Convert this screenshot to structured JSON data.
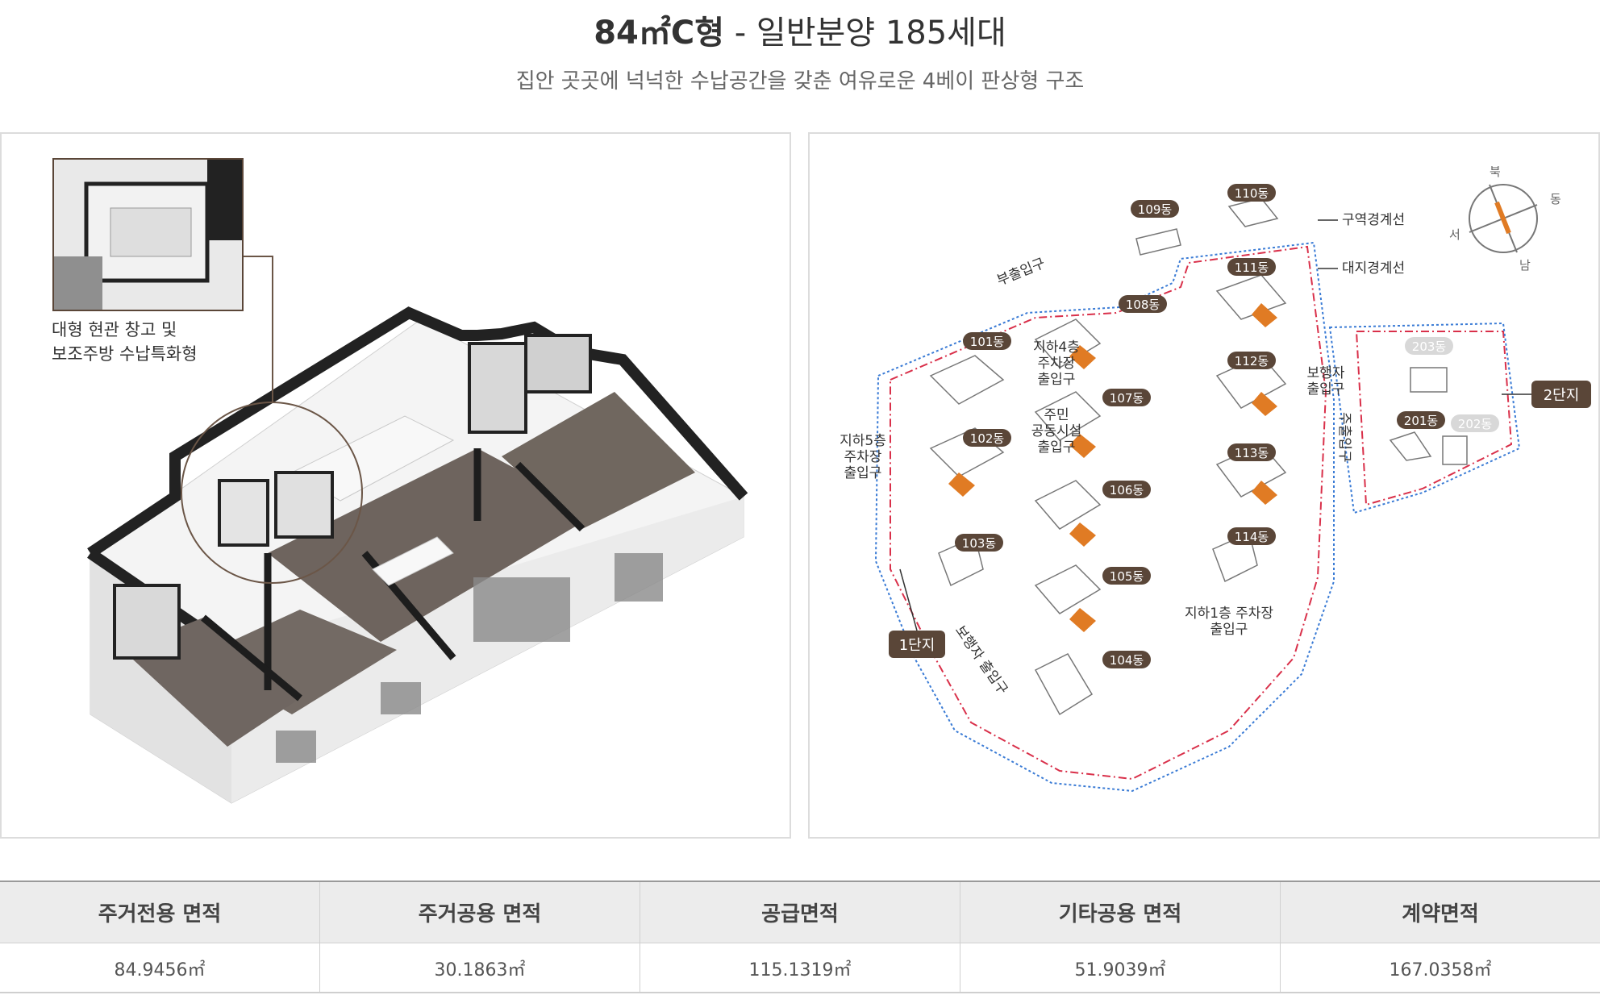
{
  "header": {
    "unit_type": "84㎡C형",
    "separator": "-",
    "supply_info": "일반분양 185세대",
    "subtitle": "집안 곳곳에 넉넉한 수납공간을 갖춘 여유로운 4베이 판상형 구조"
  },
  "floorplan": {
    "callout_line1": "대형 현관 창고 및",
    "callout_line2": "보조주방 수납특화형"
  },
  "siteplan": {
    "buildings": [
      "109동",
      "110동",
      "111동",
      "108동",
      "101동",
      "107동",
      "112동",
      "102동",
      "113동",
      "106동",
      "103동",
      "114동",
      "105동",
      "104동",
      "203동",
      "201동",
      "202동"
    ],
    "labels": {
      "b1_entrance_top": "부출입구",
      "district_boundary": "구역경계선",
      "site_boundary": "대지경계선",
      "b4_parking_1": "지하4층",
      "b4_parking_2": "주차장",
      "b4_parking_3": "출입구",
      "community_1": "주민",
      "community_2": "공동시설",
      "community_3": "출입구",
      "b5_parking_1": "지하5층",
      "b5_parking_2": "주차장",
      "b5_parking_3": "출입구",
      "pedestrian_right_1": "보행자",
      "pedestrian_right_2": "출입구",
      "main_entrance": "주출입구",
      "b1_parking_1": "지하1층 주차장",
      "b1_parking_2": "출입구",
      "pedestrian_bottom": "보행자 출입구",
      "complex1": "1단지",
      "complex2": "2단지"
    },
    "compass": {
      "n": "북",
      "e": "동",
      "s": "남",
      "w": "서"
    },
    "colors": {
      "highlight": "#e07b24",
      "district_line": "#d9304a",
      "site_line": "#3a7bd5",
      "pill": "#5a4638"
    }
  },
  "area_table": {
    "headers": [
      "주거전용 면적",
      "주거공용 면적",
      "공급면적",
      "기타공용 면적",
      "계약면적"
    ],
    "values": [
      "84.9456㎡",
      "30.1863㎡",
      "115.1319㎡",
      "51.9039㎡",
      "167.0358㎡"
    ]
  }
}
